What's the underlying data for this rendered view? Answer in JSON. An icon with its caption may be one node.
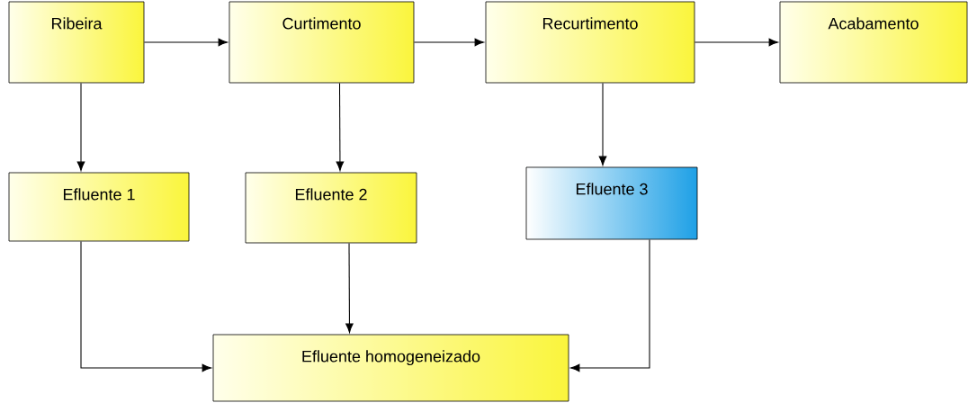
{
  "diagram": {
    "nodes": [
      {
        "text": [
          "Ribeira"
        ]
      },
      {
        "text": [
          "Curtimento"
        ]
      },
      {
        "text": [
          "Recurtimento"
        ]
      },
      {
        "text": [
          "Acabamento"
        ]
      },
      {
        "text": [
          "Efluente 1"
        ]
      },
      {
        "text": [
          "Efluente 2"
        ]
      },
      {
        "text": [
          "Efluente 3"
        ]
      },
      {
        "text": [
          "Efluente homogeneizado"
        ]
      }
    ],
    "edges": [
      {
        "from": 0,
        "to": 1,
        "arrow": "to"
      },
      {
        "from": 1,
        "to": 2,
        "arrow": "to"
      },
      {
        "from": 2,
        "to": 3,
        "arrow": "to"
      },
      {
        "from": 0,
        "to": 4,
        "arrow": "to"
      },
      {
        "from": 1,
        "to": 5,
        "arrow": "to"
      },
      {
        "from": 2,
        "to": 6,
        "arrow": "to"
      },
      {
        "from": 4,
        "to": 7,
        "arrow": "to"
      },
      {
        "from": 5,
        "to": 7,
        "arrow": "to"
      },
      {
        "from": 6,
        "to": 7,
        "arrow": "to"
      }
    ]
  }
}
